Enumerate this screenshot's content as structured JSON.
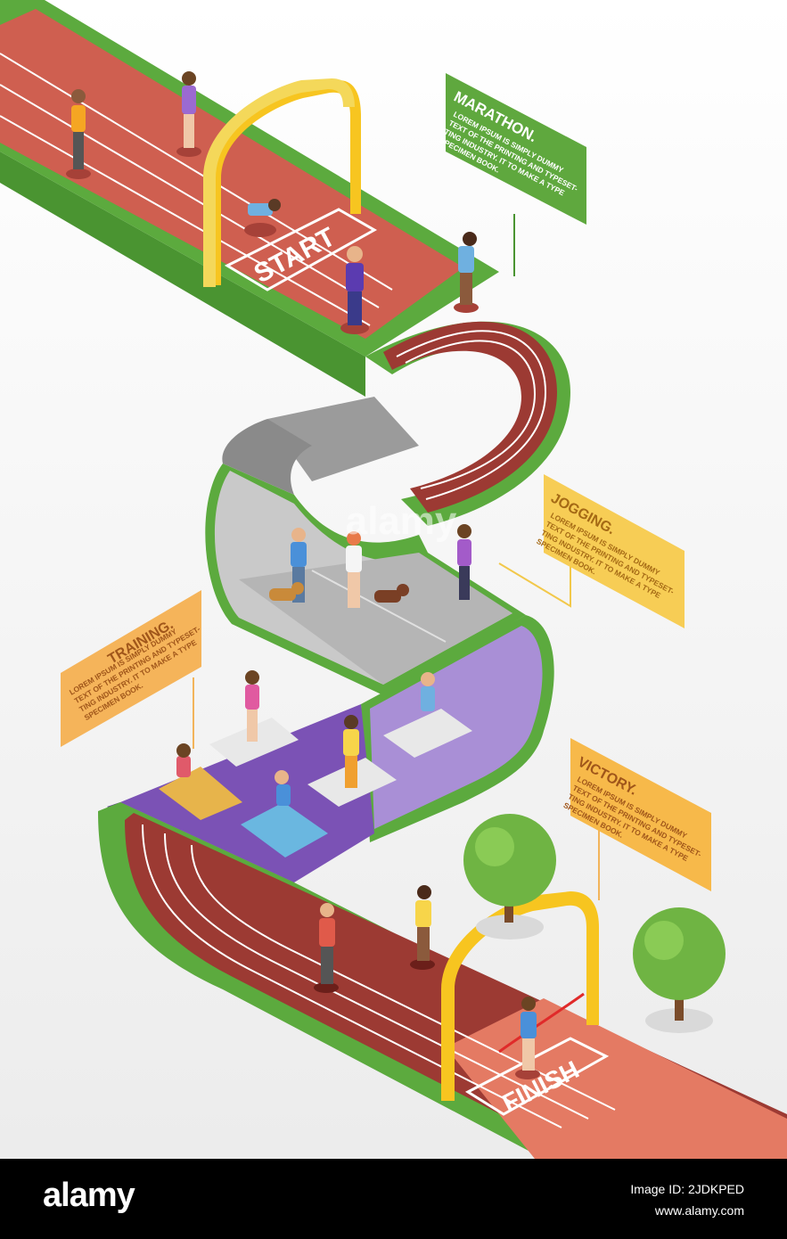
{
  "signs": {
    "marathon": {
      "title": "MARATHON.",
      "lines": [
        "LOREM IPSUM IS SIMPLY DUMMY",
        "TEXT OF THE PRINTING AND TYPESET-",
        "TING INDUSTRY. IT TO MAKE A TYPE",
        "SPECIMEN BOOK."
      ]
    },
    "jogging": {
      "title": "JOGGING.",
      "lines": [
        "LOREM IPSUM IS SIMPLY DUMMY",
        "TEXT OF THE PRINTING AND TYPESET-",
        "TING INDUSTRY. IT TO MAKE A TYPE",
        "SPECIMEN BOOK."
      ]
    },
    "training": {
      "title": "TRAINING.",
      "lines": [
        "LOREM IPSUM IS SIMPLY DUMMY",
        "TEXT OF THE PRINTING AND TYPESET-",
        "TING INDUSTRY. IT TO MAKE A TYPE",
        "SPECIMEN BOOK."
      ]
    },
    "victory": {
      "title": "VICTORY.",
      "lines": [
        "LOREM IPSUM IS SIMPLY DUMMY",
        "TEXT OF THE PRINTING AND TYPESET-",
        "TING INDUSTRY. IT TO MAKE A TYPE",
        "SPECIMEN BOOK."
      ]
    }
  },
  "track": {
    "start_label": "START",
    "finish_label": "FINISH"
  },
  "watermark": "alamy",
  "footer": {
    "logo": "alamy",
    "image_id": "Image ID: 2JDKPED",
    "site": "www.alamy.com"
  },
  "colors": {
    "track": "#c8564a",
    "track_dark": "#8e2f2a",
    "grass": "#5caa3e",
    "marathon_sign": "#5fa83e",
    "jogging_sign": "#f7cd55",
    "training_sign": "#f5b45a",
    "victory_sign": "#f7b94a",
    "arch": "#f7c520",
    "gym_floor": "#7b52b5",
    "park_floor": "#b9b9b9"
  }
}
